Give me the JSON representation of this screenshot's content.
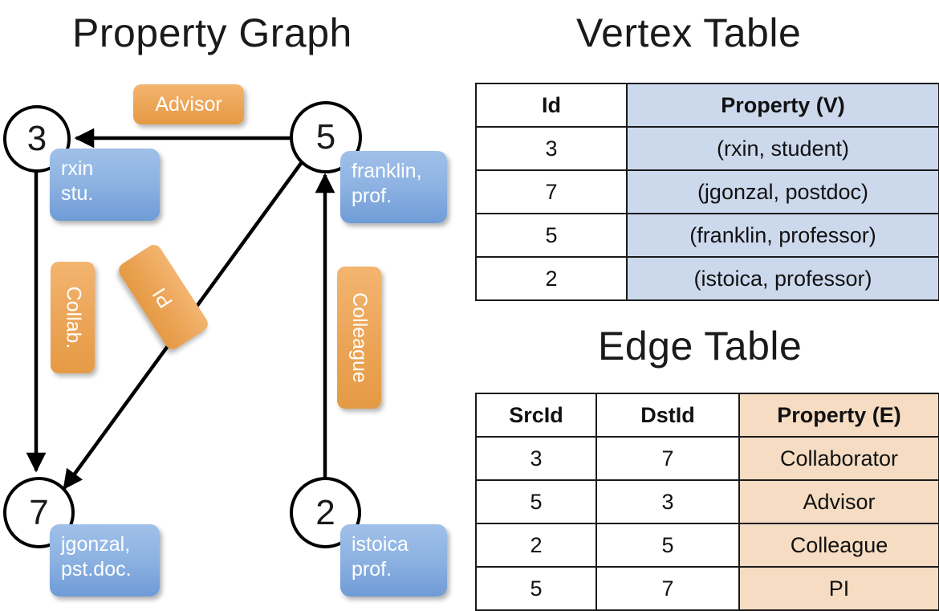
{
  "titles": {
    "property_graph": "Property Graph",
    "vertex_table": "Vertex Table",
    "edge_table": "Edge Table"
  },
  "graph": {
    "nodes": [
      {
        "id": "3",
        "label": "3",
        "property_text": "rxin\nstu."
      },
      {
        "id": "5",
        "label": "5",
        "property_text": "franklin,\nprof."
      },
      {
        "id": "7",
        "label": "7",
        "property_text": "jgonzal,\npst.doc."
      },
      {
        "id": "2",
        "label": "2",
        "property_text": "istoica\nprof."
      }
    ],
    "edge_labels": [
      {
        "name": "advisor",
        "text": "Advisor"
      },
      {
        "name": "collab",
        "text": "Collab."
      },
      {
        "name": "pi",
        "text": "PI"
      },
      {
        "name": "colleague",
        "text": "Colleague"
      }
    ],
    "edges": [
      {
        "src": "5",
        "dst": "3",
        "label": "Advisor"
      },
      {
        "src": "3",
        "dst": "7",
        "label": "Collab."
      },
      {
        "src": "5",
        "dst": "7",
        "label": "PI"
      },
      {
        "src": "2",
        "dst": "5",
        "label": "Colleague"
      }
    ]
  },
  "vertex_table": {
    "headers": [
      "Id",
      "Property (V)"
    ],
    "rows": [
      [
        "3",
        "(rxin, student)"
      ],
      [
        "7",
        "(jgonzal, postdoc)"
      ],
      [
        "5",
        "(franklin, professor)"
      ],
      [
        "2",
        "(istoica, professor)"
      ]
    ]
  },
  "edge_table": {
    "headers": [
      "SrcId",
      "DstId",
      "Property (E)"
    ],
    "rows": [
      [
        "3",
        "7",
        "Collaborator"
      ],
      [
        "5",
        "3",
        "Advisor"
      ],
      [
        "2",
        "5",
        "Colleague"
      ],
      [
        "5",
        "7",
        "PI"
      ]
    ]
  },
  "colors": {
    "vertex_property_fill": "#ccd9ed",
    "edge_property_fill": "#f5dcc2",
    "node_callout_blue": "#8fb4e3",
    "edge_label_orange": "#eca659",
    "stroke": "#1a1a1a"
  }
}
